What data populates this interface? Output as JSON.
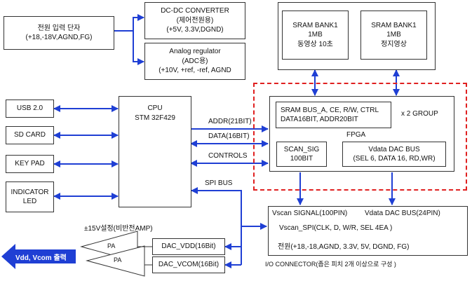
{
  "colors": {
    "arrow": "#1f3fd4",
    "dashed_border": "#e02020",
    "box_border": "#333333",
    "output_arrow": "#1f3fd4"
  },
  "power_input": {
    "line1": "전원 입력 단자",
    "line2": "(+18,-18V,AGND,FG)"
  },
  "dcdc": {
    "line1": "DC-DC CONVERTER",
    "line2": "(제어전원용)",
    "line3": "(+5V, 3.3V,DGND)"
  },
  "analog": {
    "line1": "Analog regulator",
    "line2": "(ADC용)",
    "line3": "(+10V, +ref, -ref, AGND"
  },
  "sram1": {
    "line1": "SRAM BANK1",
    "line2": "1MB",
    "line3": "동영상 10초"
  },
  "sram2": {
    "line1": "SRAM BANK1",
    "line2": "1MB",
    "line3": "정지영상"
  },
  "usb": "USB 2.0",
  "sd": "SD CARD",
  "keypad": "KEY PAD",
  "indicator": {
    "line1": "INDICATOR",
    "line2": "LED"
  },
  "cpu": {
    "line1": "CPU",
    "line2": "STM 32F429"
  },
  "signals": {
    "addr": "ADDR(21BIT)",
    "data": "DATA(16BIT)",
    "controls": "CONTROLS",
    "spi": "SPI BUS"
  },
  "fpga": {
    "label": "FPGA",
    "sram_bus_line1": "SRAM BUS_A, CE, R/W, CTRL",
    "sram_bus_line2": "DATA16BIT, ADDR20BIT",
    "group": "x 2 GROUP",
    "scan_line1": "SCAN_SIG",
    "scan_line2": "100BIT",
    "vdata_line1": "Vdata DAC BUS",
    "vdata_line2": "(SEL 6, DATA 16, RD,WR)"
  },
  "io": {
    "vscan_signal": "Vscan SIGNAL(100PIN)",
    "vdata_bus": "Vdata DAC BUS(24PIN)",
    "vscan_spi": "Vscan_SPI(CLK, D, W/R, SEL 4EA )",
    "power": "전원(+18,-18,AGND, 3.3V, 5V, DGND, FG)",
    "connector_label": "I/O CONNECTOR(좁은 피치 2개 이상으로 구성 )"
  },
  "dac_vdd": "DAC_VDD(16Bit)",
  "dac_vcom": "DAC_VCOM(16Bit)",
  "pa_label": "PA",
  "amp_setting": "±15V설정(비반전AMP)",
  "output": "Vdd, Vcom 출력"
}
